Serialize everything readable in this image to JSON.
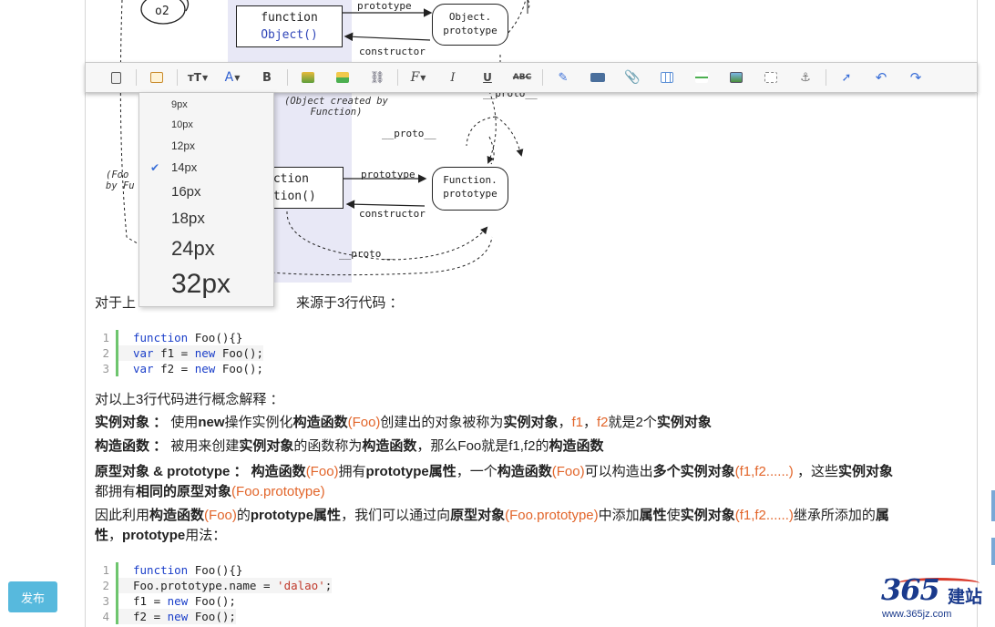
{
  "diagram": {
    "o2_label": "o2",
    "box_object_line1": "function",
    "box_object_line2": "Object()",
    "object_proto_line1": "Object.",
    "object_proto_line2": "prototype",
    "label_prototype_top": "prototype",
    "label_constructor_top": "constructor",
    "label_object_created_line1": "(Object created by",
    "label_object_created_line2": "Function)",
    "label_proto_mid": "__proto__",
    "label_proto_right": "__proto__",
    "box_function_line1": "nction",
    "box_function_line2": "ction()",
    "function_proto_line1": "Function.",
    "function_proto_line2": "prototype",
    "label_prototype_bottom": "prototype",
    "label_constructor_bottom": "constructor",
    "label_proto_bottom": "__proto__",
    "label_foo_line1": "(Foo",
    "label_foo_line2": "by Fu"
  },
  "toolbar": {
    "items": [
      {
        "name": "source-icon"
      },
      {
        "name": "code-icon"
      },
      {
        "name": "font-size-button",
        "label": "тT"
      },
      {
        "name": "font-color-button",
        "label": "A"
      },
      {
        "name": "bold-button",
        "label": "B"
      },
      {
        "name": "insert-image-icon"
      },
      {
        "name": "insert-row-icon"
      },
      {
        "name": "link-icon"
      },
      {
        "name": "font-family-button",
        "label": "F"
      },
      {
        "name": "italic-button",
        "label": "I"
      },
      {
        "name": "underline-button",
        "label": "U"
      },
      {
        "name": "strikethrough-button",
        "label": "ABC"
      },
      {
        "name": "format-painter-icon"
      },
      {
        "name": "video-icon"
      },
      {
        "name": "attachment-icon"
      },
      {
        "name": "table-icon"
      },
      {
        "name": "horizontal-rule-icon"
      },
      {
        "name": "picture-icon"
      },
      {
        "name": "page-break-icon"
      },
      {
        "name": "anchor-icon"
      },
      {
        "name": "select-pointer-icon"
      },
      {
        "name": "undo-icon"
      },
      {
        "name": "redo-icon"
      }
    ]
  },
  "font_size_menu": {
    "selected": "14px",
    "options": [
      "9px",
      "10px",
      "12px",
      "14px",
      "16px",
      "18px",
      "24px",
      "32px"
    ]
  },
  "article": {
    "intro_visible": "对于上",
    "intro_tail": "来源于3行代码 ：",
    "code1": [
      "function Foo(){}",
      "var f1 = new Foo();",
      "var f2 = new Foo();"
    ],
    "code1_numbers": [
      "1",
      "2",
      "3"
    ],
    "concepts_heading": "对以上3行代码进行概念解释 ：",
    "p1_term": "实例对象 ：",
    "p1_a": "使用",
    "p1_new": "new",
    "p1_b": "操作实例化",
    "p1_ctor": "构造函数",
    "p1_foo": "(Foo)",
    "p1_c": "创建出的对象被称为",
    "p1_inst": "实例对象",
    "p1_d": "，",
    "p1_f1": "f1",
    "p1_e": "，",
    "p1_f2": "f2",
    "p1_f": "就是2个",
    "p1_inst2": "实例对象",
    "p2_term": "构造函数 ：",
    "p2_a": "被用来创建",
    "p2_inst": "实例对象",
    "p2_b": "的函数称为",
    "p2_ctor": "构造函数",
    "p2_c": "，那么Foo就是f1,f2的",
    "p2_ctor2": "构造函数",
    "p3_term": "原型对象 & prototype ：",
    "p3_ctor": "构造函数",
    "p3_foo": "(Foo)",
    "p3_a": "拥有",
    "p3_proto": "prototype属性",
    "p3_b": "，一个",
    "p3_ctor2": "构造函数",
    "p3_foo2": "(Foo)",
    "p3_c": "可以构造出",
    "p3_many": "多个实例对象",
    "p3_f": "(f1,f2......)",
    "p3_d": " ，这些",
    "p3_inst": "实例对象",
    "p3_line2_a": "都拥有",
    "p3_same": "相同的原型对象",
    "p3_fooproto": "(Foo.prototype)",
    "p4_a": "因此利用",
    "p4_ctor": "构造函数",
    "p4_foo": "(Foo)",
    "p4_b": "的",
    "p4_proto": "prototype属性",
    "p4_c": "，我们可以通过向",
    "p4_protoobj": "原型对象",
    "p4_fooproto": "(Foo.prototype)",
    "p4_d": "中添加",
    "p4_attr": "属性",
    "p4_e": "使",
    "p4_inst": "实例对象",
    "p4_f": "(f1,f2......)",
    "p4_g": "继承所添加的",
    "p4_attr2": "属",
    "p4_line2_a": "性",
    "p4_line2_b": "，",
    "p4_line2_proto": "prototype",
    "p4_line2_c": "用法：",
    "code2_numbers": [
      "1",
      "2",
      "3",
      "4"
    ]
  },
  "publish_label": "发布",
  "watermark": {
    "number": "365",
    "brand": "建站",
    "url": "www.365jz.com"
  },
  "colors": {
    "accent_orange": "#e2652a",
    "keyword_blue": "#1a3ec9",
    "publish_blue": "#57b9dd",
    "gutter_green": "#6ec56e"
  }
}
